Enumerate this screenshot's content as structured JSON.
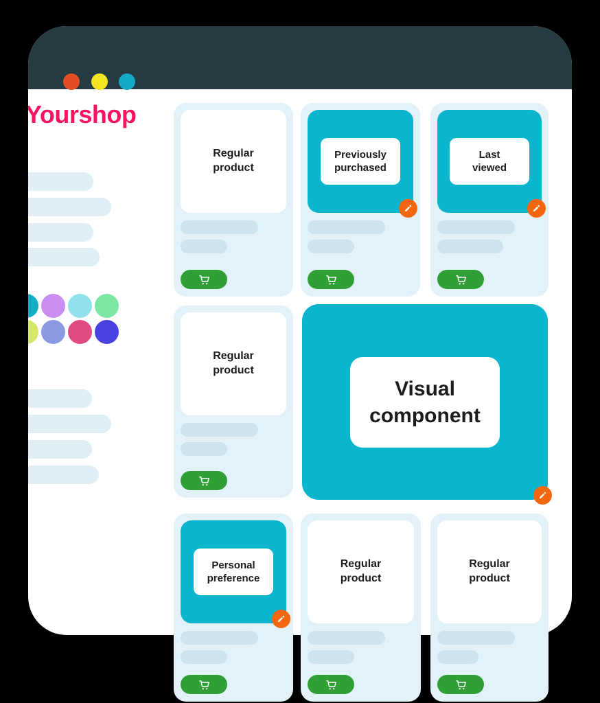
{
  "browser": {
    "traffic_lights": [
      {
        "name": "close",
        "color": "#e44e27"
      },
      {
        "name": "minimize",
        "color": "#f2e421"
      },
      {
        "name": "expand",
        "color": "#12a9c7"
      }
    ]
  },
  "header": {
    "logo": "Yourshop"
  },
  "sidebar": {
    "palette_colors": [
      "#12aec4",
      "#c98ef0",
      "#92e1ee",
      "#7ce6a4",
      "#d6e669",
      "#8a9ae0",
      "#e04a82",
      "#4a41e2"
    ]
  },
  "cards": {
    "row1": [
      {
        "label": "Regular product",
        "variant": "regular"
      },
      {
        "label": "Previously purchased",
        "variant": "highlighted"
      },
      {
        "label": "Last viewed",
        "variant": "highlighted"
      }
    ],
    "row2": [
      {
        "label": "Regular product",
        "variant": "regular"
      },
      {
        "label": "Visual component",
        "variant": "visual"
      }
    ],
    "row3": [
      {
        "label": "Personal preference",
        "variant": "highlighted"
      },
      {
        "label": "Regular product",
        "variant": "regular"
      },
      {
        "label": "Regular product",
        "variant": "regular"
      }
    ]
  },
  "icons": {
    "cart": "shopping-cart-icon",
    "edit": "pencil-icon"
  },
  "colors": {
    "window_bg": "#ffffff",
    "header_dark": "#253b41",
    "logo_pink": "#f91463",
    "accent_teal": "#0bb5ce",
    "card_bg": "#e3f2f8",
    "card_placeholder": "#cde4ee",
    "sidebar_placeholder": "#e0eff6",
    "cart_green": "#2f9f36",
    "edit_orange": "#f4670e",
    "label_text": "#1c1c1c"
  }
}
